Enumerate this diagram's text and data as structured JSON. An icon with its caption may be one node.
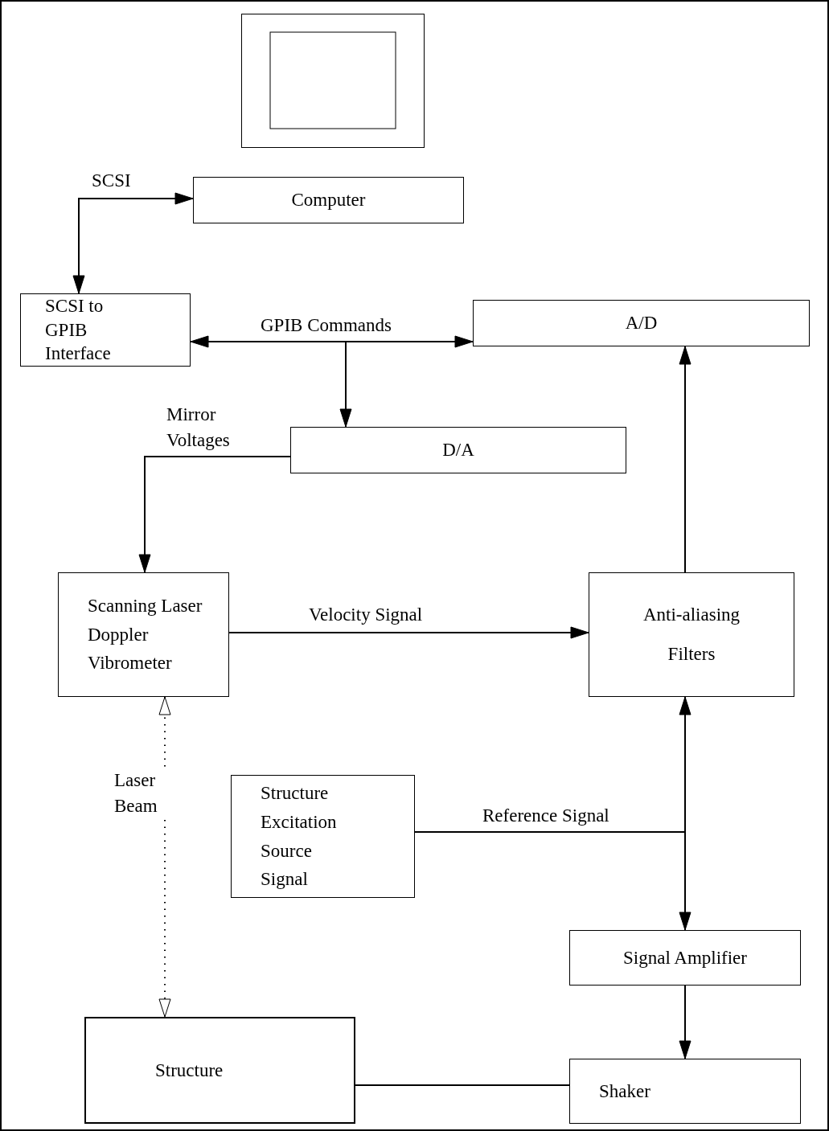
{
  "diagram": {
    "nodes": [
      {
        "text": [],
        "shape": "picture"
      },
      {
        "text": [
          "Computer"
        ]
      },
      {
        "text": [
          "SCSI to GPIB Interface"
        ]
      },
      {
        "text": [
          "A/D"
        ]
      },
      {
        "text": [
          "D/A"
        ]
      },
      {
        "text": [
          "Scanning Laser Doppler Vibrometer"
        ]
      },
      {
        "text": [
          "Anti-aliasing Filters"
        ]
      },
      {
        "text": [
          "Structure Excitation Source Signal"
        ]
      },
      {
        "text": [
          "Signal Amplifier"
        ]
      },
      {
        "text": [
          "Structure"
        ]
      },
      {
        "text": [
          "Shaker"
        ]
      }
    ],
    "edges": [
      {
        "from": 2,
        "to": 1,
        "arrow": "both",
        "label": "SCSI"
      },
      {
        "from": 2,
        "to": 3,
        "arrow": "both",
        "label": "GPIB Commands"
      },
      {
        "from": 2,
        "to": 4,
        "arrow": "to"
      },
      {
        "from": 4,
        "to": 5,
        "arrow": "to",
        "label": "Mirror Voltages"
      },
      {
        "from": 5,
        "to": 6,
        "arrow": "to",
        "label": "Velocity Signal"
      },
      {
        "from": 5,
        "to": 9,
        "arrow": "both",
        "label": "Laser Beam",
        "style": "dashed"
      },
      {
        "from": 6,
        "to": 3,
        "arrow": "to"
      },
      {
        "from": 7,
        "to": 6,
        "arrow": "to",
        "label": "Reference Signal"
      },
      {
        "from": 7,
        "to": 8,
        "arrow": "to"
      },
      {
        "from": 8,
        "to": 10,
        "arrow": "to"
      },
      {
        "from": 9,
        "to": 10,
        "arrow": "none"
      }
    ]
  }
}
